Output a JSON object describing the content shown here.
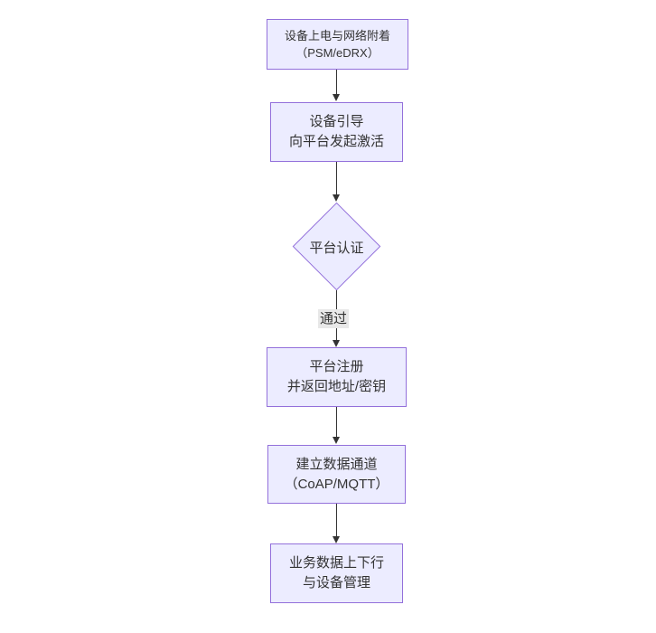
{
  "diagram": {
    "background": "#ffffff",
    "colors": {
      "node_fill": "#ECECFF",
      "node_border": "#9370DB",
      "text": "#333333",
      "arrow": "#333333",
      "edge_label_bg": "#e8e8e8"
    },
    "nodes": [
      {
        "id": "power-attach",
        "shape": "rect",
        "line1": "设备上电与网络附着",
        "line2": "（PSM/eDRX）"
      },
      {
        "id": "bootstrap",
        "shape": "rect",
        "line1": "设备引导",
        "line2": "向平台发起激活"
      },
      {
        "id": "platform-auth",
        "shape": "diamond",
        "line1": "平台认证",
        "line2": ""
      },
      {
        "id": "platform-register",
        "shape": "rect",
        "line1": "平台注册",
        "line2": "并返回地址/密钥"
      },
      {
        "id": "data-channel",
        "shape": "rect",
        "line1": "建立数据通道",
        "line2": "（CoAP/MQTT）"
      },
      {
        "id": "business-mgmt",
        "shape": "rect",
        "line1": "业务数据上下行",
        "line2": "与设备管理"
      }
    ],
    "edges": [
      {
        "from": "power-attach",
        "to": "bootstrap",
        "label": ""
      },
      {
        "from": "bootstrap",
        "to": "platform-auth",
        "label": ""
      },
      {
        "from": "platform-auth",
        "to": "platform-register",
        "label": "通过"
      },
      {
        "from": "platform-register",
        "to": "data-channel",
        "label": ""
      },
      {
        "from": "data-channel",
        "to": "business-mgmt",
        "label": ""
      }
    ]
  }
}
